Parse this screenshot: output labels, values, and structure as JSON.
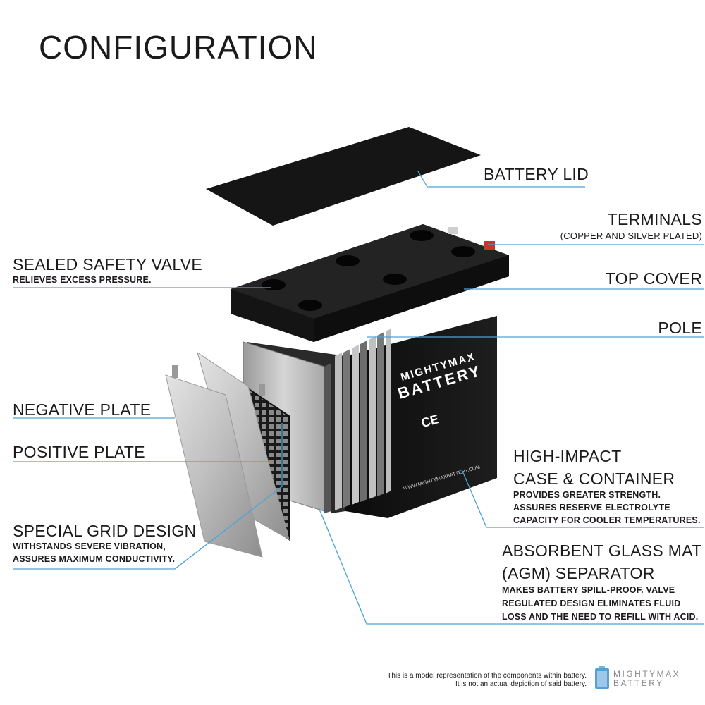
{
  "title": "CONFIGURATION",
  "labels": {
    "battery_lid": "BATTERY LID",
    "terminals": "TERMINALS",
    "terminals_sub": "(COPPER AND SILVER PLATED)",
    "safety_valve": "SEALED SAFETY VALVE",
    "safety_valve_sub": "RELIEVES EXCESS PRESSURE.",
    "top_cover": "TOP COVER",
    "pole": "POLE",
    "negative_plate": "NEGATIVE PLATE",
    "positive_plate": "POSITIVE PLATE",
    "case_line1": "HIGH-IMPACT",
    "case_line2": "CASE & CONTAINER",
    "case_sub1": "PROVIDES GREATER STRENGTH.",
    "case_sub2": "ASSURES RESERVE ELECTROLYTE",
    "case_sub3": "CAPACITY FOR COOLER TEMPERATURES.",
    "grid_design": "SPECIAL GRID DESIGN",
    "grid_sub1": "WITHSTANDS SEVERE VIBRATION,",
    "grid_sub2": "ASSURES MAXIMUM CONDUCTIVITY.",
    "agm_line1": "ABSORBENT GLASS MAT",
    "agm_line2": "(AGM) SEPARATOR",
    "agm_sub1": "MAKES BATTERY SPILL-PROOF. VALVE",
    "agm_sub2": "REGULATED DESIGN ELIMINATES FLUID",
    "agm_sub3": "LOSS AND THE NEED TO REFILL WITH ACID."
  },
  "battery_print": {
    "brand_line1": "MIGHTYMAX",
    "brand_line2": "BATTERY",
    "website": "WWW.MIGHTYMAXBATTERY.COM"
  },
  "footer": {
    "note_line1": "This is a model representation of the components within battery.",
    "note_line2": "It is not an actual depiction of said battery.",
    "logo_line1": "MIGHTYMAX",
    "logo_line2": "BATTERY"
  },
  "colors": {
    "leader_line": "#4aa3d6",
    "battery_body": "#141414",
    "plate_light": "#c9c9c9",
    "plate_dark": "#9a9a9a"
  }
}
